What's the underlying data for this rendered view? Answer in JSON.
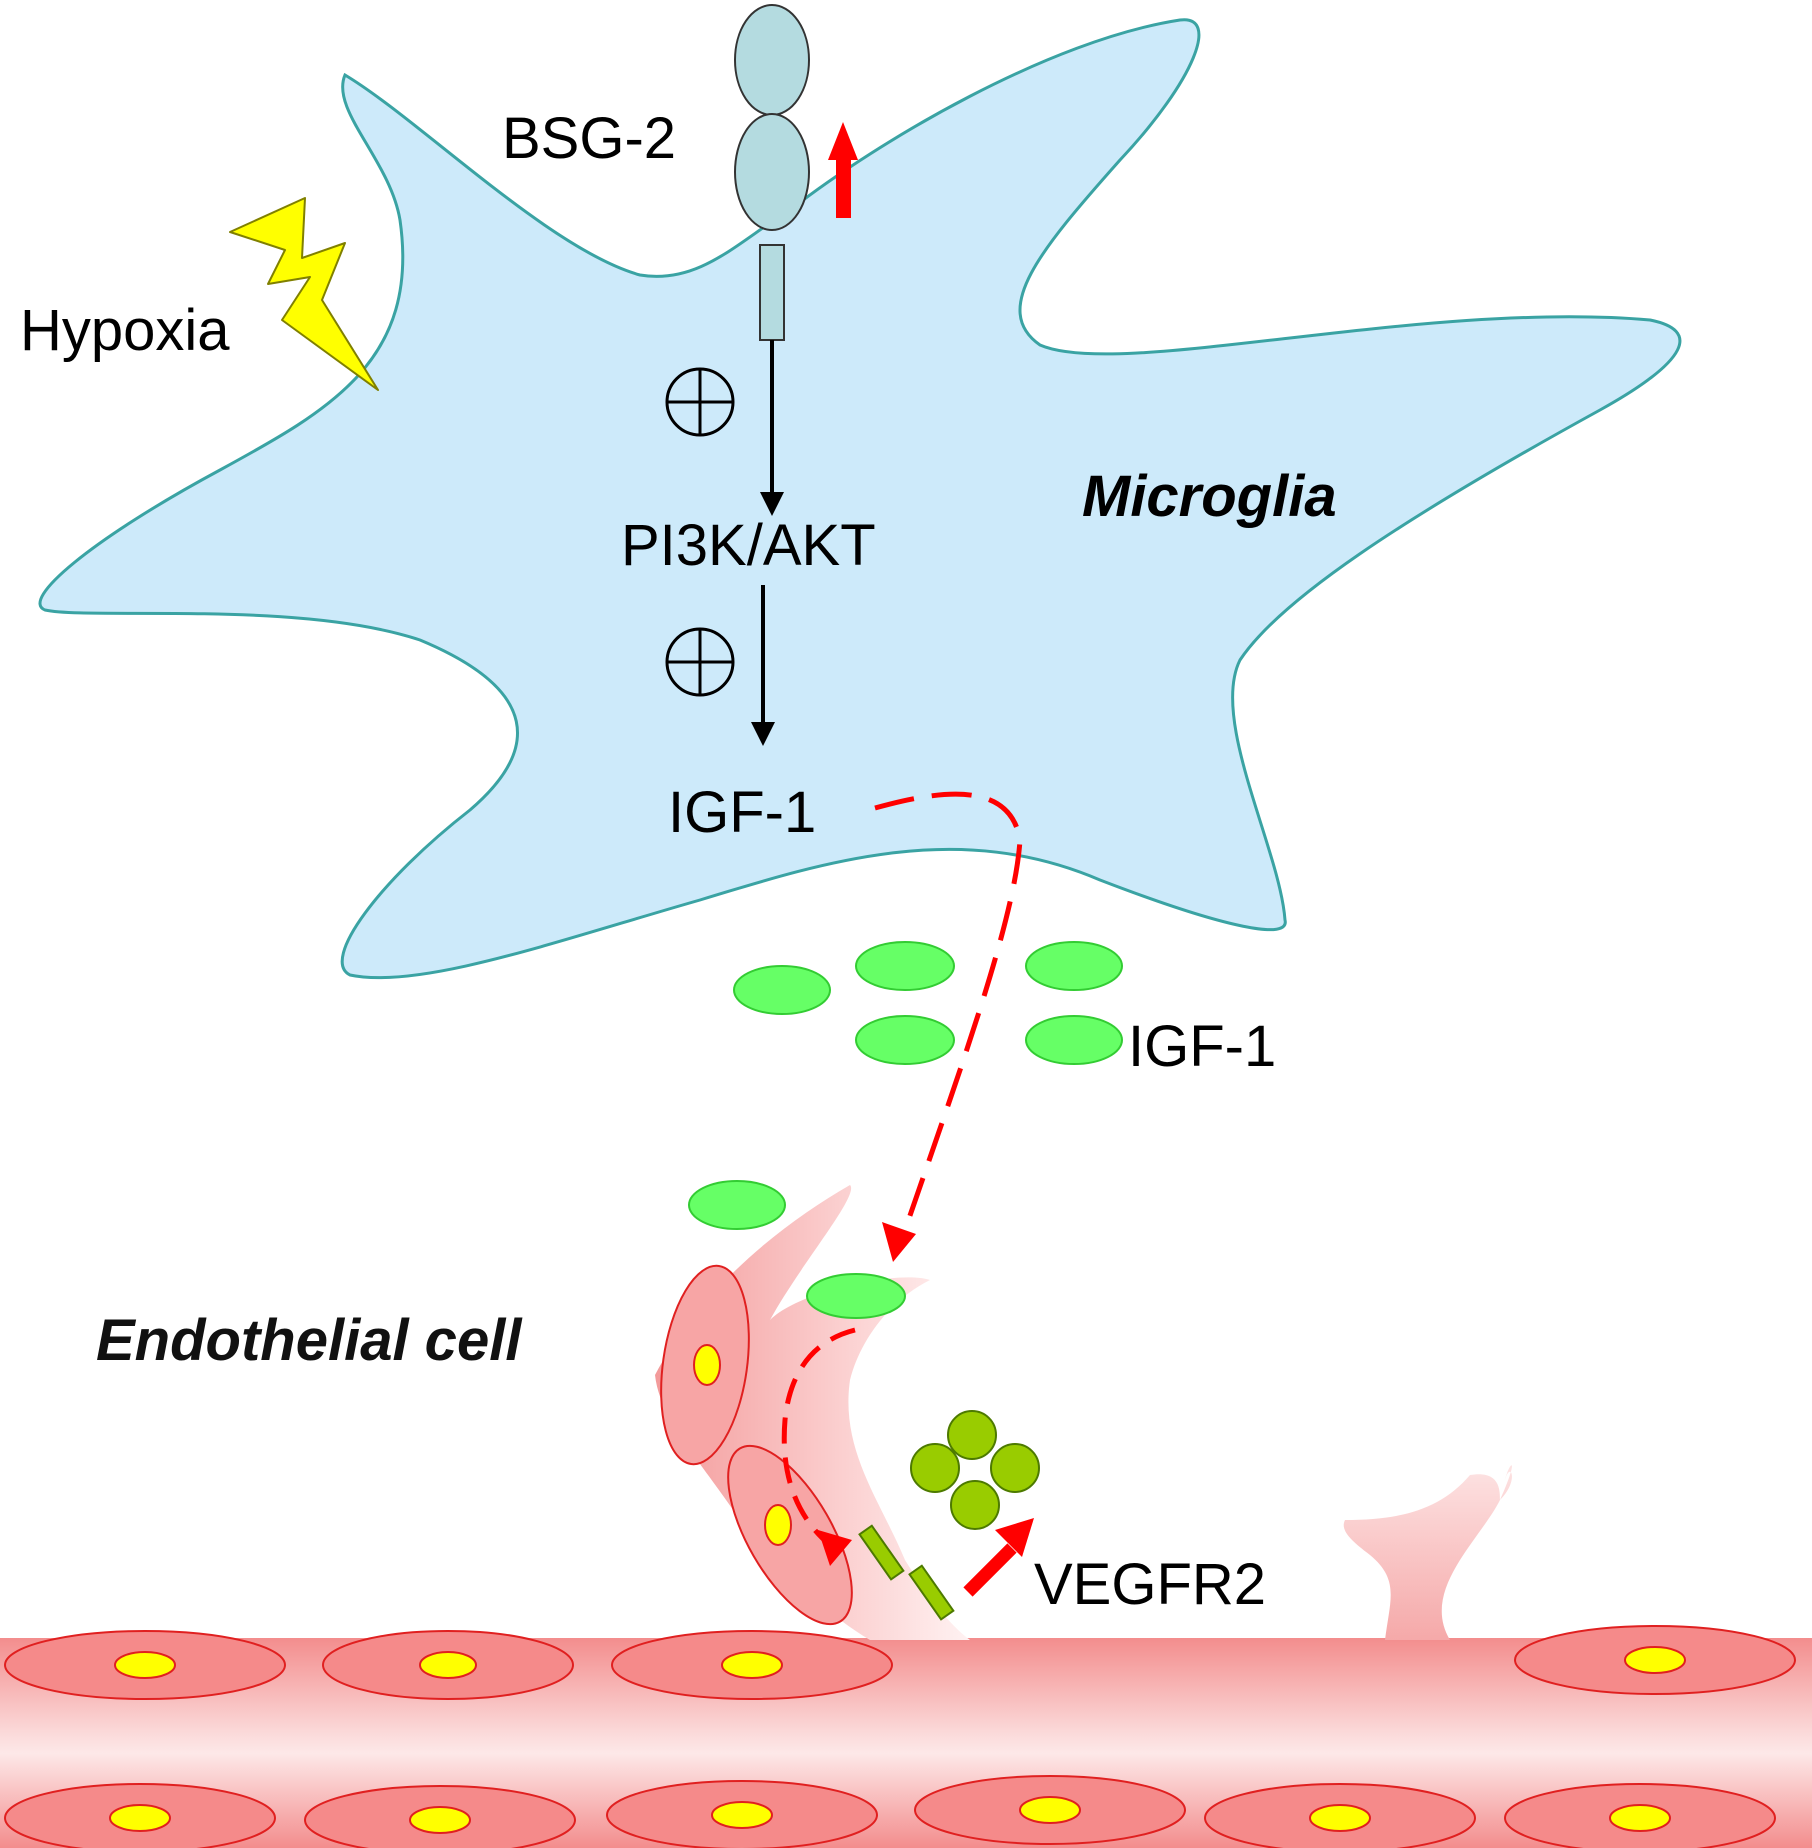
{
  "labels": {
    "bsg2": "BSG-2",
    "hypoxia": "Hypoxia",
    "pi3k_akt": "PI3K/AKT",
    "microglia": "Microglia",
    "igf1_inside": "IGF-1",
    "igf1_outside": "IGF-1",
    "endothelial": "Endothelial cell",
    "vegfr2": "VEGFR2"
  },
  "colors": {
    "microglia_fill": "#cdeafa",
    "microglia_stroke": "#3aa3a3",
    "receptor_fill": "#b4dbe0",
    "igf1_fill": "#66ff66",
    "igf1_stroke": "#33cc33",
    "vegfr2_fill": "#99cc00",
    "vegfr2_stroke": "#4d7a00",
    "arrow_red": "#ff0000",
    "lightning_fill": "#ffff00",
    "lightning_stroke": "#808000",
    "vessel_pink": "#f4a3a3",
    "nucleus_fill": "#ffff00"
  },
  "icons": [
    "lightning-icon",
    "up-arrow-icon",
    "plus-circle-icon"
  ]
}
